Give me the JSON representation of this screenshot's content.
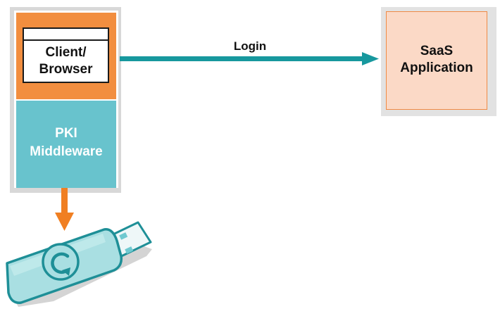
{
  "client": {
    "label_line1": "Client/",
    "label_line2": "Browser"
  },
  "middleware": {
    "label_line1": "PKI",
    "label_line2": "Middleware"
  },
  "saas": {
    "label_line1": "SaaS",
    "label_line2": "Application"
  },
  "connection": {
    "label": "Login"
  },
  "colors": {
    "client_zone": "#f28e3f",
    "middleware_zone": "#68c3cd",
    "saas_fill": "#fbd9c6",
    "login_arrow": "#17989e",
    "token_arrow": "#f07f22",
    "token_fill": "#a9dfe2",
    "token_stroke": "#1e8f97"
  },
  "icons": {
    "token": "usb-token-icon"
  }
}
